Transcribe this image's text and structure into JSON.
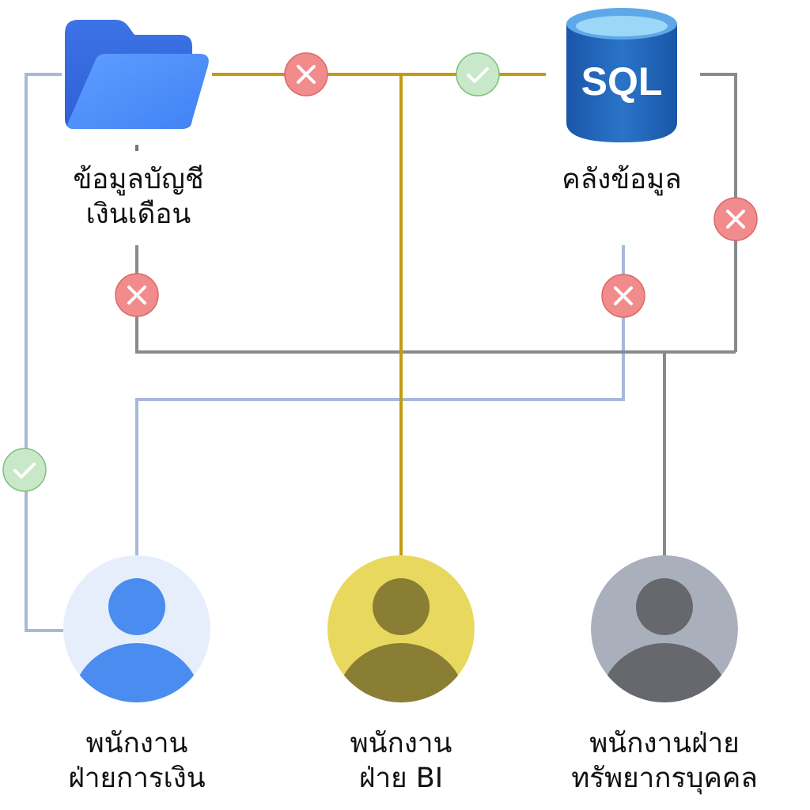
{
  "resources": {
    "payroll": {
      "icon": "folder-icon",
      "lines": [
        "ข้อมูลบัญชี",
        "เงินเดือน"
      ]
    },
    "warehouse": {
      "icon": "sql-database-icon",
      "icon_text": "SQL",
      "lines": [
        "คลังข้อมูล"
      ]
    }
  },
  "users": {
    "finance": {
      "icon": "user-avatar-icon",
      "lines": [
        "พนักงาน",
        "ฝ่ายการเงิน"
      ],
      "color": "#4a8cf0"
    },
    "bi": {
      "icon": "user-avatar-icon",
      "lines": [
        "พนักงาน",
        "ฝ่าย BI"
      ],
      "color": "#e8d85e"
    },
    "hr": {
      "icon": "user-avatar-icon",
      "lines": [
        "พนักงานฝ่าย",
        "ทรัพยากรบุคคล"
      ],
      "color": "#aab0bb"
    }
  },
  "status_icons": {
    "allowed": "check-icon",
    "denied": "cross-icon"
  },
  "colors": {
    "finance_line": "#a7b8db",
    "bi_line": "#c49a10",
    "hr_line": "#8a8a8a",
    "allowed_fill": "#c9e8c9",
    "allowed_stroke": "#7cc07c",
    "denied_fill": "#f28b8b",
    "denied_stroke": "#d66a6a"
  },
  "access": [
    {
      "user": "finance",
      "resource": "payroll",
      "status": "allowed"
    },
    {
      "user": "finance",
      "resource": "warehouse",
      "status": "denied"
    },
    {
      "user": "bi",
      "resource": "payroll",
      "status": "denied"
    },
    {
      "user": "bi",
      "resource": "warehouse",
      "status": "allowed"
    },
    {
      "user": "hr",
      "resource": "payroll",
      "status": "denied"
    },
    {
      "user": "hr",
      "resource": "warehouse",
      "status": "denied"
    }
  ]
}
